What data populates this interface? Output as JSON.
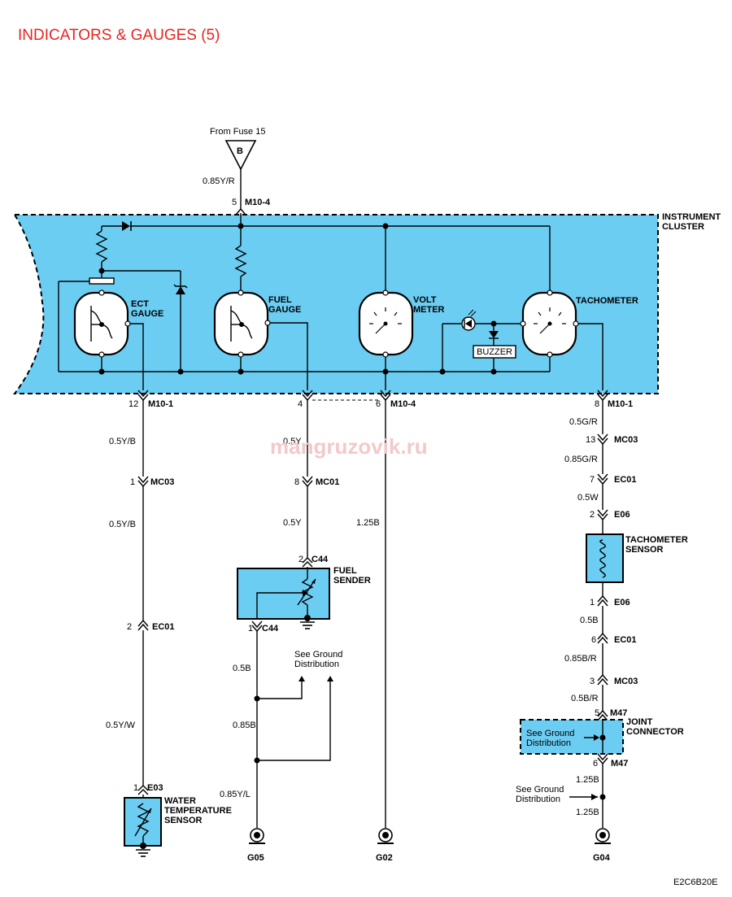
{
  "title": "INDICATORS & GAUGES (5)",
  "watermark": "mangruzovik.ru",
  "figure_code": "E2C6B20E",
  "power": {
    "source": "From Fuse 15",
    "symbol": "B",
    "wire": "0.85Y/R",
    "pin": "5",
    "connector": "M10-4"
  },
  "cluster": {
    "label_line1": "INSTRUMENT",
    "label_line2": "CLUSTER",
    "ect_gauge": [
      "ECT",
      "GAUGE"
    ],
    "fuel_gauge": [
      "FUEL",
      "GAUGE"
    ],
    "volt_meter": [
      "VOLT",
      "METER"
    ],
    "tachometer": "TACHOMETER",
    "buzzer": "BUZZER"
  },
  "ect_branch": {
    "pin1": "12",
    "conn1": "M10-1",
    "wire1": "0.5Y/B",
    "pin2": "1",
    "conn2": "MC03",
    "wire2": "0.5Y/B",
    "pin3": "2",
    "conn3": "EC01",
    "wire3": "0.5Y/W",
    "pin4": "1",
    "conn4": "E03",
    "sensor": [
      "WATER",
      "TEMPERATURE",
      "SENSOR"
    ]
  },
  "fuel_branch": {
    "pin1": "4",
    "wire1": "0.5Y",
    "pin2": "8",
    "conn2": "MC01",
    "wire2": "0.5Y",
    "pin3": "2",
    "conn3": "C44",
    "sender": [
      "FUEL",
      "SENDER"
    ],
    "pin4": "1",
    "conn4": "C44",
    "wire4": "0.5B",
    "wire5": "0.85B",
    "wire6": "0.85Y/L",
    "ground_ref": [
      "See Ground",
      "Distribution"
    ],
    "ground": "G05"
  },
  "volt_branch": {
    "pin": "6",
    "conn": "M10-4",
    "wire": "1.25B",
    "ground": "G02"
  },
  "tach_branch": {
    "pin1": "8",
    "conn1": "M10-1",
    "wire1": "0.5G/R",
    "pin2": "13",
    "conn2": "MC03",
    "wire2": "0.85G/R",
    "pin3": "7",
    "conn3": "EC01",
    "wire3": "0.5W",
    "pin4": "2",
    "conn4": "E06",
    "sensor": [
      "TACHOMETER",
      "SENSOR"
    ],
    "pin5": "1",
    "conn5": "E06",
    "wire5": "0.5B",
    "pin6": "6",
    "conn6": "EC01",
    "wire6": "0.85B/R",
    "pin7": "3",
    "conn7": "MC03",
    "wire7": "0.5B/R",
    "pin8": "5",
    "conn8": "M47",
    "joint": [
      "JOINT",
      "CONNECTOR"
    ],
    "joint_ground_ref": [
      "See Ground",
      "Distribution"
    ],
    "pin9": "6",
    "conn9": "M47",
    "wire9": "1.25B",
    "ground_ref": [
      "See Ground",
      "Distribution"
    ],
    "wire10": "1.25B",
    "ground": "G04"
  }
}
